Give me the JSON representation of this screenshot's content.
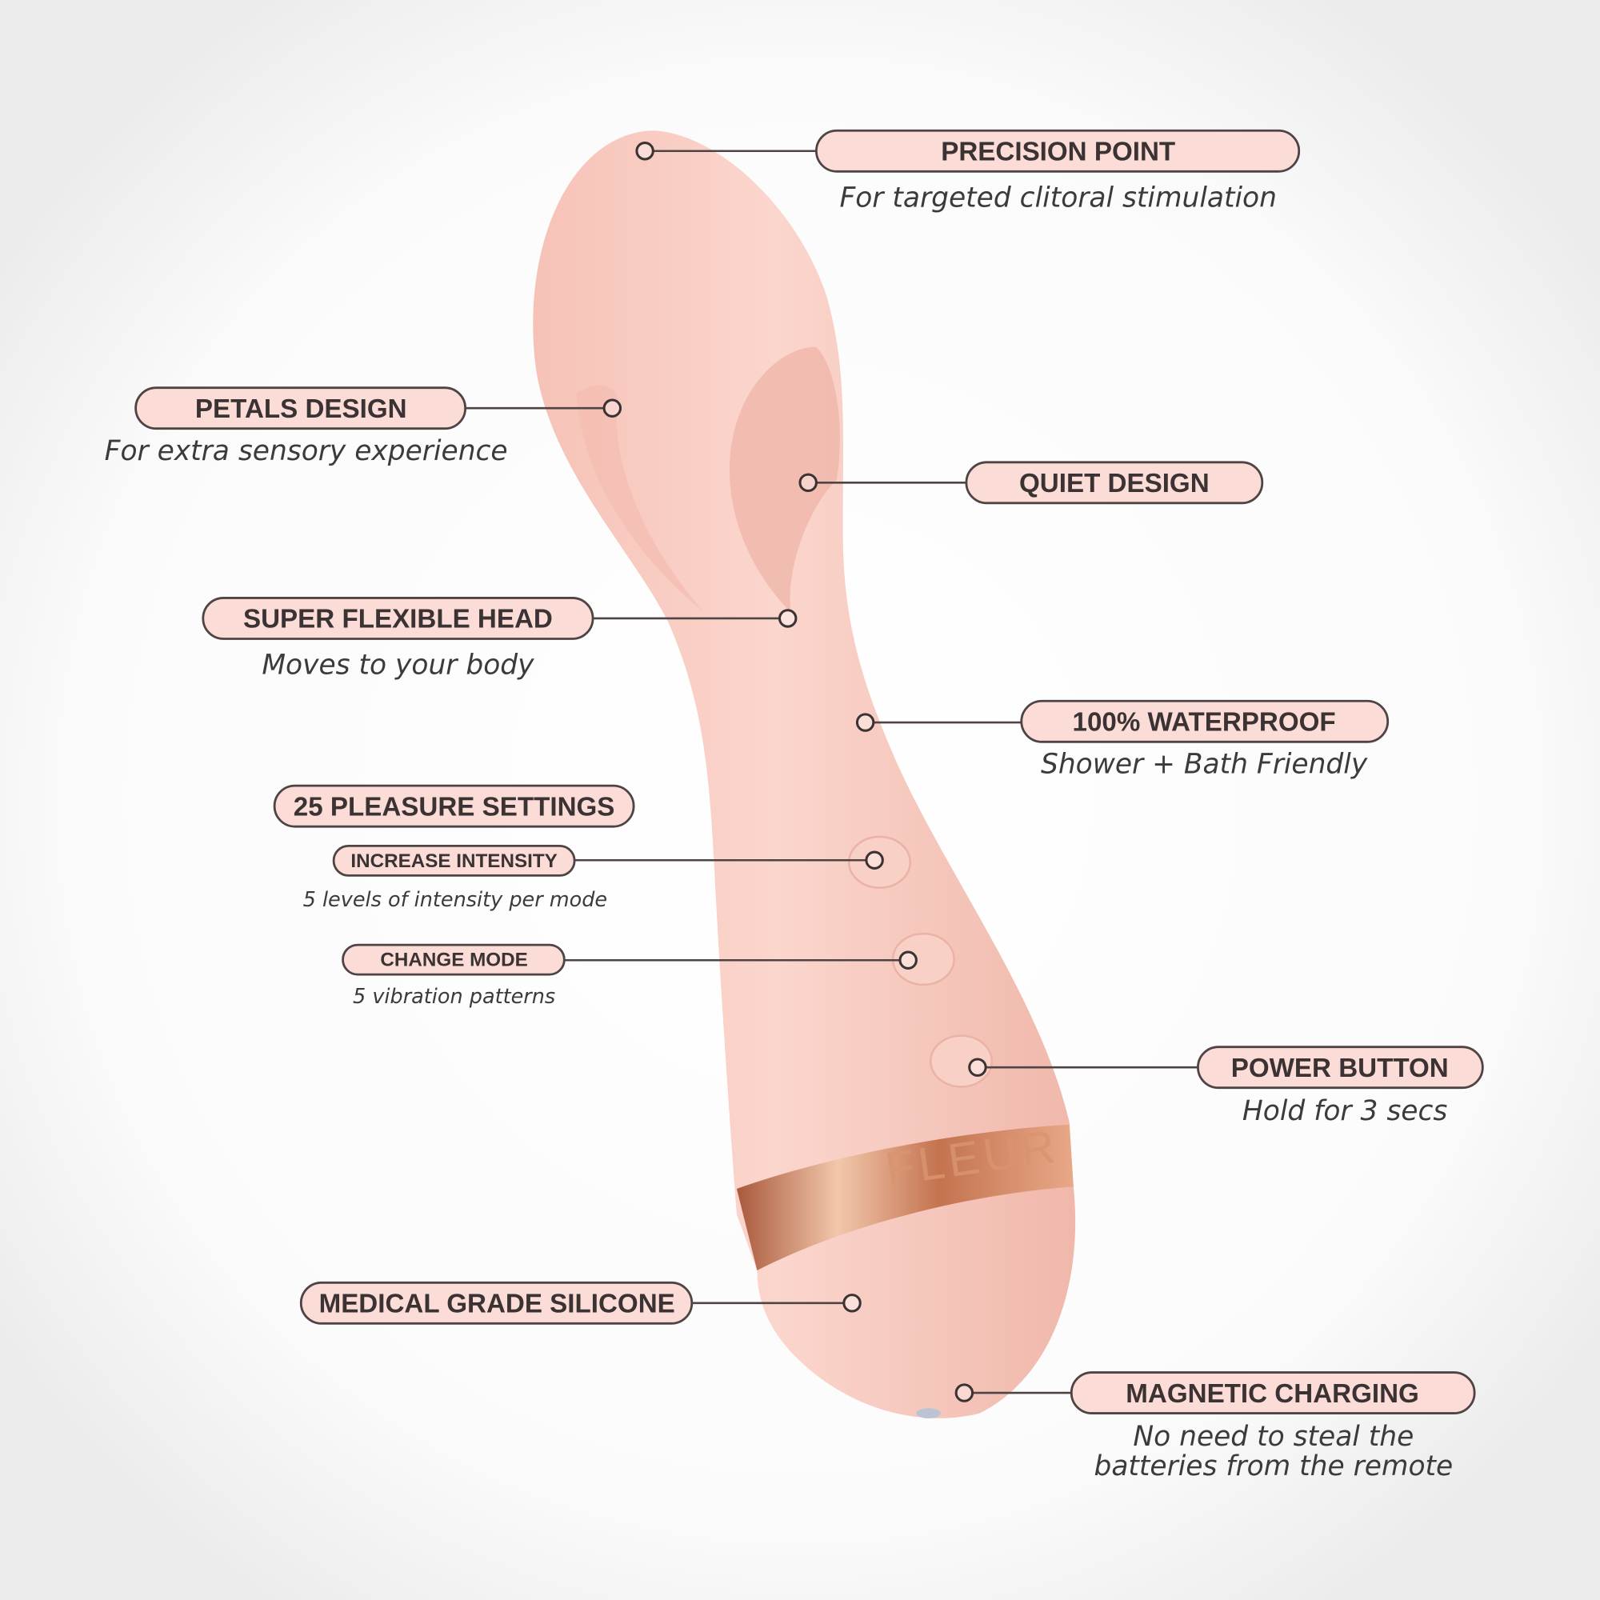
{
  "product": {
    "brand": "FLEUR"
  },
  "callouts": {
    "precision_point": {
      "title": "PRECISION POINT",
      "subtitle": "For targeted clitoral stimulation"
    },
    "petals_design": {
      "title": "PETALS DESIGN",
      "subtitle": "For extra sensory experience"
    },
    "quiet_design": {
      "title": "QUIET DESIGN"
    },
    "flexible_head": {
      "title": "SUPER FLEXIBLE HEAD",
      "subtitle": "Moves to your body"
    },
    "waterproof": {
      "title": "100% WATERPROOF",
      "subtitle": "Shower + Bath Friendly"
    },
    "pleasure_settings": {
      "title": "25 PLEASURE SETTINGS"
    },
    "increase_intensity": {
      "title": "INCREASE INTENSITY",
      "subtitle": "5 levels of intensity per mode"
    },
    "change_mode": {
      "title": "CHANGE MODE",
      "subtitle": "5 vibration patterns"
    },
    "power_button": {
      "title": "POWER BUTTON",
      "subtitle": "Hold for 3 secs"
    },
    "silicone": {
      "title": "MEDICAL GRADE SILICONE"
    },
    "magnetic_charging": {
      "title": "MAGNETIC CHARGING",
      "subtitle_line1": "No need to steal the",
      "subtitle_line2": "batteries from the remote"
    }
  },
  "colors": {
    "pill": "#fcdcd7",
    "product": "#f7c9bf",
    "band": "#c9825f",
    "outline": "#4e4444"
  }
}
